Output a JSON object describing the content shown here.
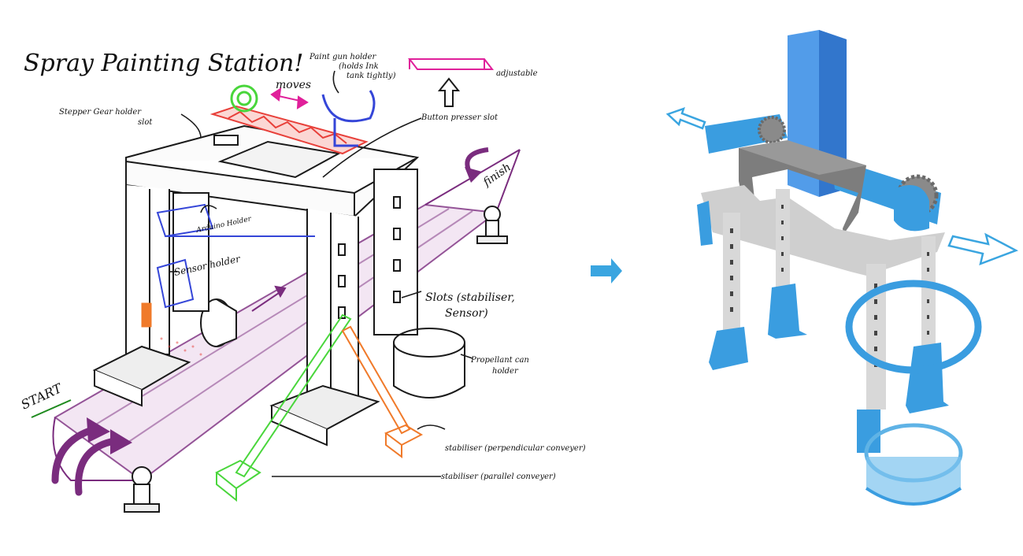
{
  "sketch": {
    "title": "Spray Painting Station!",
    "labels": {
      "stepper": "Stepper Gear holder",
      "stepper2": "slot",
      "moves": "moves",
      "paint_gun_1": "Paint gun holder",
      "paint_gun_2": "(holds Ink",
      "paint_gun_3": "tank tightly)",
      "adjustable": "adjustable",
      "button": "Button presser slot",
      "finish": "finish",
      "arduino": "Arduino Holder",
      "sensor": "Sensor holder",
      "slots_1": "Slots (stabiliser,",
      "slots_2": "Sensor)",
      "propellant_1": "Propellant can",
      "propellant_2": "holder",
      "start": "START",
      "stab_perp": "stabiliser (perpendicular conveyer)",
      "stab_para": "stabiliser (parallel conveyer)"
    }
  },
  "colors": {
    "ink": "#1a1a1a",
    "pink": "#e0209a",
    "red": "#e8403a",
    "green": "#49d63b",
    "blue": "#3546d8",
    "purple": "#7a2c7e",
    "orange": "#f07a2a",
    "render_blue": "#3a9de0",
    "render_grey": "#c9c9c9",
    "render_dark": "#7d7d7d",
    "arrow_blue": "#3aa5e0"
  }
}
